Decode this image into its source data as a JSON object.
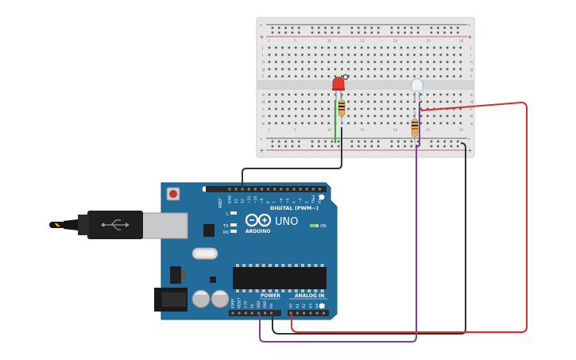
{
  "arduino": {
    "brand_text": "ARDUINO",
    "model_text": "UNO",
    "on_label": "ON",
    "tx_label": "TX",
    "rx_label": "RX",
    "l_label": "L",
    "aref_label": "AREF",
    "digital_label": "DIGITAL (PWM~)",
    "power_label": "POWER",
    "analog_label": "ANALOG IN",
    "digital_pins": [
      "GND",
      "13",
      "12",
      "~11",
      "~10",
      "~9",
      "8",
      "7",
      "~6",
      "~5",
      "4",
      "~3",
      "2",
      "TX▸1",
      "RX◂0"
    ],
    "power_pins": [
      "IOREF",
      "RESET",
      "3.3V",
      "5V",
      "GND",
      "GND",
      "Vin"
    ],
    "analog_pins": [
      "A0",
      "A1",
      "A2",
      "A3",
      "A4",
      "A5"
    ]
  },
  "breadboard": {
    "row_letters_top": [
      "j",
      "i",
      "h",
      "g",
      "f"
    ],
    "row_letters_bottom": [
      "e",
      "d",
      "c",
      "b",
      "a"
    ],
    "columns": [
      "1",
      "5",
      "10",
      "15",
      "20",
      "25",
      "30"
    ],
    "rail_plus": "+",
    "rail_minus": "-"
  },
  "wires": {
    "red": "#d3302f",
    "black": "#333333",
    "purple": "#7a3f9d",
    "green": "#3aa63a"
  },
  "colors": {
    "board": "#236c9a",
    "board_dark": "#1b577d",
    "breadboard": "#e6e6e6",
    "led_red": "#e53935",
    "led_white": "#eef3f6"
  }
}
